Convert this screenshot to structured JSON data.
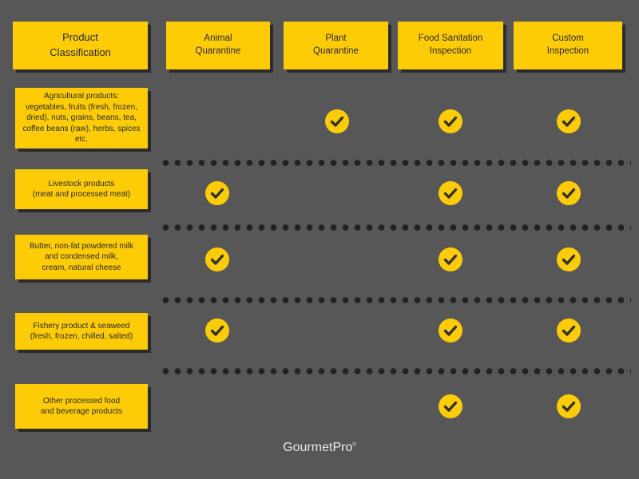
{
  "headers": {
    "product": [
      "Product",
      "Classification"
    ],
    "animal": [
      "Animal",
      "Quarantine"
    ],
    "plant": [
      "Plant",
      "Quarantine"
    ],
    "food": [
      "Food Sanitation",
      "Inspection"
    ],
    "custom": [
      "Custom",
      "Inspection"
    ]
  },
  "rows": [
    {
      "lines": [
        "Agricultural products:",
        "vegetables, fruits (fresh, frozen,",
        "dried), nuts, grains, beans,  tea,",
        "coffee beans (raw), herbs, spices",
        "etc."
      ],
      "checks": {
        "animal": false,
        "plant": true,
        "food": true,
        "custom": true
      }
    },
    {
      "lines": [
        "Livestock products",
        "(meat and processed meat)"
      ],
      "checks": {
        "animal": true,
        "plant": false,
        "food": true,
        "custom": true
      }
    },
    {
      "lines": [
        "Butter, non-fat powdered milk",
        "and condensed milk,",
        "cream, natural cheese"
      ],
      "checks": {
        "animal": true,
        "plant": false,
        "food": true,
        "custom": true
      }
    },
    {
      "lines": [
        "Fishery product & seaweed",
        "(fresh, frozen, chilled, salted)"
      ],
      "checks": {
        "animal": true,
        "plant": false,
        "food": true,
        "custom": true
      }
    },
    {
      "lines": [
        "Other processed food",
        "and beverage products"
      ],
      "checks": {
        "animal": false,
        "plant": false,
        "food": true,
        "custom": true
      }
    }
  ],
  "logo": {
    "main": "Gourmet",
    "pro": "Pro",
    "mark": "®"
  },
  "colors": {
    "background": "#575757",
    "accent": "#fecc06",
    "dark": "#2b2b2b"
  },
  "icons": {
    "check": "check-circle-icon"
  }
}
